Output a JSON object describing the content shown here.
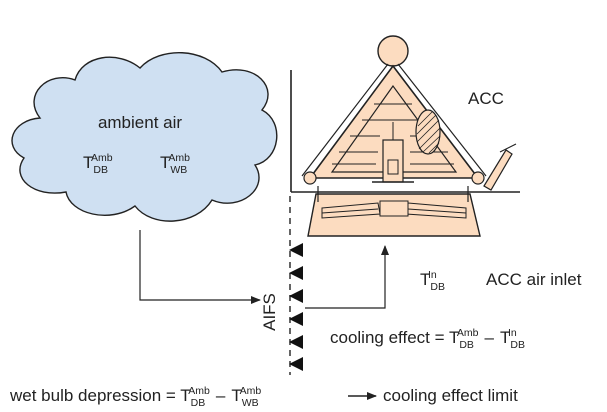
{
  "labels": {
    "ambient_air": "ambient air",
    "acc": "ACC",
    "aifs": "AIFS",
    "acc_air_inlet": "ACC air inlet",
    "T": "T",
    "amb": "Amb",
    "db": "DB",
    "wb": "WB",
    "in": "In",
    "cooling_effect_prefix": "cooling effect = ",
    "wet_bulb_prefix": "wet bulb depression = ",
    "minus": "–",
    "cooling_effect_limit": "cooling effect limit"
  },
  "colors": {
    "cloud_fill": "#cfe0f2",
    "acc_fill": "#fcdcc0",
    "stroke": "#222222"
  }
}
